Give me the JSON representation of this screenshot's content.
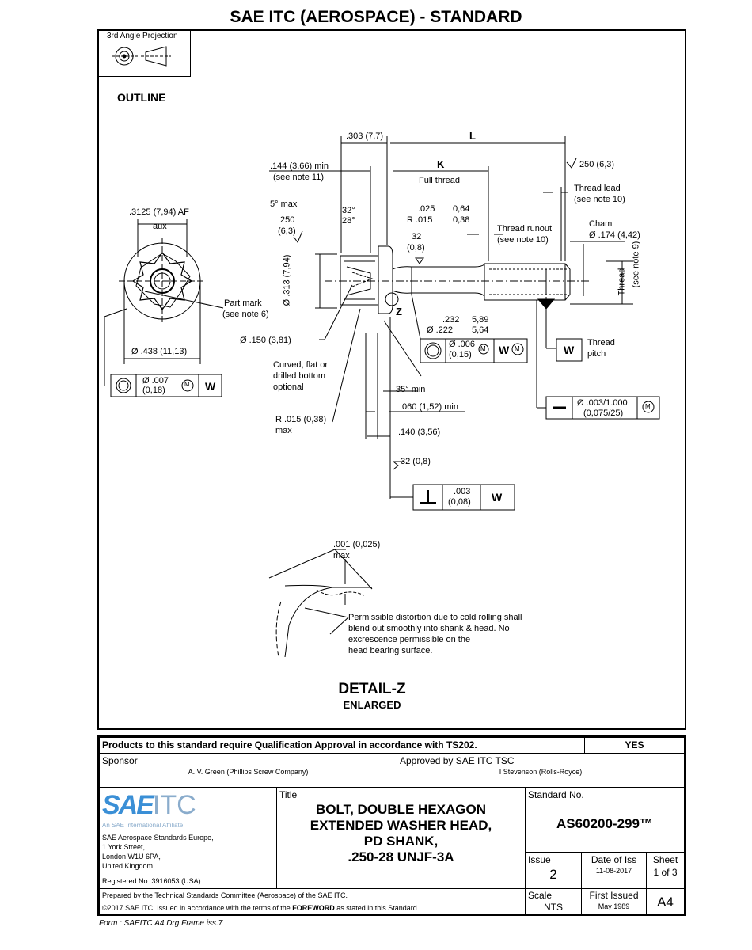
{
  "page_title": "SAE ITC (AEROSPACE) - STANDARD",
  "projection_label": "3rd Angle Projection",
  "outline_heading": "OUTLINE",
  "drawing": {
    "head_af": ".3125 (7,94) AF",
    "aux": "aux",
    "head_dia": "Ø .438 (11,13)",
    "part_mark": "Part mark",
    "part_mark_note": "(see note 6)",
    "fcf1_tol": "Ø .007",
    "fcf1_tol_mm": "(0,18)",
    "fcf1_mod": "M",
    "fcf1_datum": "W",
    "dim_303": ".303 (7,7)",
    "dim_L": "L",
    "dim_144": ".144 (3,66) min",
    "note11": "(see note 11)",
    "dim_K": "K",
    "full_thread": "Full thread",
    "rough_250": "250 (6,3)",
    "thread_lead": "Thread lead",
    "note10a": "(see note 10)",
    "five_max": "5° max",
    "ang32": "32°",
    "ang28": "28°",
    "r250": "250",
    "r63": "(6,3)",
    "dim_025": ".025",
    "dim_064": "0,64",
    "r015": "R  .015",
    "r038": "0,38",
    "rough32": "32",
    "rough08": "(0,8)",
    "thread_runout": "Thread runout",
    "note10b": "(see note 10)",
    "cham": "Cham",
    "cham_dia": "Ø .174 (4,42)",
    "dia313": "Ø .313 (7,94)",
    "thread": "Thread",
    "note9": "(see note 9)",
    "z": "Z",
    "shank_232": ".232",
    "shank_222": "Ø  .222",
    "shank_589": "5,89",
    "shank_564": "5,64",
    "fcf2_tol": "Ø .006",
    "fcf2_tol_mm": "(0,15)",
    "fcf2_mod": "M",
    "fcf2_datum": "W",
    "fcf2_dmod": "M",
    "datum_w": "W",
    "thread_pitch": "Thread",
    "pitch": "pitch",
    "dia150": "Ø .150 (3,81)",
    "curved1": "Curved, flat or",
    "curved2": "drilled bottom",
    "curved3": "optional",
    "ang35": "35° min",
    "dim_060": ".060 (1,52) min",
    "straight_tol": "Ø .003/1.000",
    "straight_tol_mm": "(0,075/25)",
    "straight_mod": "M",
    "r015b": "R .015 (0,38)",
    "max": "max",
    "dim_140": ".140 (3,56)",
    "rough32b": "32 (0,8)",
    "perp_tol": ".003",
    "perp_tol_mm": "(0,08)",
    "perp_datum": "W",
    "detail_001": ".001 (0,025)",
    "detail_max": "max",
    "distortion1": "Permissible distortion due to cold rolling shall",
    "distortion2": "blend out smoothly into shank & head. No",
    "distortion3": "excrescence permissible on the",
    "distortion4": "head bearing surface."
  },
  "detail_title": "DETAIL-Z",
  "detail_subtitle": "ENLARGED",
  "title_block": {
    "qualification": "Products to this standard require Qualification Approval in accordance with TS202.",
    "qualification_value": "YES",
    "sponsor_label": "Sponsor",
    "sponsor": "A. V. Green (Phillips Screw Company)",
    "approved_label": "Approved by SAE ITC TSC",
    "approver": "I Stevenson (Rolls-Royce)",
    "logo_sae": "SAE",
    "logo_itc": "ITC",
    "logo_affiliate": "An SAE International Affiliate",
    "address1": "SAE Aerospace Standards Europe,",
    "address2": "1 York Street,",
    "address3": "London W1U 6PA,",
    "address4": "United Kingdom",
    "registered": "Registered No. 3916053 (USA)",
    "title_label": "Title",
    "title1": "BOLT, DOUBLE HEXAGON",
    "title2": "EXTENDED WASHER HEAD,",
    "title3": "PD SHANK,",
    "title4": ".250-28 UNJF-3A",
    "std_label": "Standard No.",
    "std_no": "AS60200-299™",
    "issue_label": "Issue",
    "issue": "2",
    "date_label": "Date of Iss",
    "date": "11-08-2017",
    "sheet_label": "Sheet",
    "sheet": "1 of 3",
    "prepared": "Prepared by the Technical Standards Committee (Aerospace) of the SAE ITC.",
    "copyright_pre": "©2017 SAE ITC. Issued in accordance with the terms of the ",
    "copyright_bold": "FOREWORD",
    "copyright_post": " as stated in this Standard.",
    "scale_label": "Scale",
    "scale": "NTS",
    "first_label": "First Issued",
    "first": "May 1989",
    "size": "A4"
  },
  "form_note": "Form : SAEITC A4 Drg Frame iss.7"
}
